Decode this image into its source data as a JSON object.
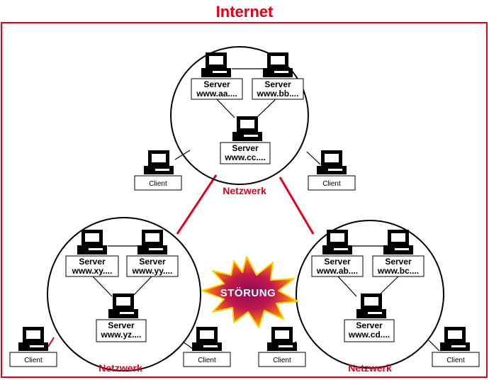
{
  "title": "Internet",
  "colors": {
    "accent": "#e3001b",
    "burst_outer": "#ffd700",
    "burst_inner": "#8b0a5a"
  },
  "disruption_label": "STÖRUNG",
  "networks": [
    {
      "label": "Netzwerk",
      "servers": [
        {
          "line1": "Server",
          "line2": "www.aa...."
        },
        {
          "line1": "Server",
          "line2": "www.bb...."
        },
        {
          "line1": "Server",
          "line2": "www.cc...."
        }
      ],
      "clients": [
        {
          "label": "Client"
        },
        {
          "label": "Client"
        }
      ]
    },
    {
      "label": "Netzwerk",
      "servers": [
        {
          "line1": "Server",
          "line2": "www.xy...."
        },
        {
          "line1": "Server",
          "line2": "www.yy...."
        },
        {
          "line1": "Server",
          "line2": "www.yz...."
        }
      ],
      "clients": [
        {
          "label": "Client"
        },
        {
          "label": "Client"
        }
      ]
    },
    {
      "label": "Netzwerk",
      "servers": [
        {
          "line1": "Server",
          "line2": "www.ab...."
        },
        {
          "line1": "Server",
          "line2": "www.bc...."
        },
        {
          "line1": "Server",
          "line2": "www.cd...."
        }
      ],
      "clients": [
        {
          "label": "Client"
        },
        {
          "label": "Client"
        }
      ]
    }
  ]
}
